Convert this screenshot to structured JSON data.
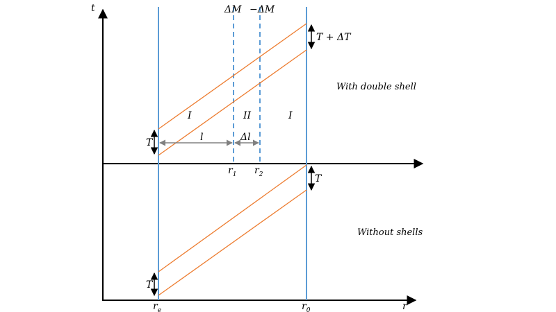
{
  "axes": {
    "t_label": "t",
    "r_label": "r"
  },
  "shells": {
    "shell_1_label": "ΔM",
    "shell_2_label": "−ΔM"
  },
  "regions": {
    "region_left": "I",
    "region_middle": "II",
    "region_right": "I"
  },
  "annotations": {
    "top_caption": "With double shell",
    "bottom_caption": "Without shells",
    "top_interval_right": "T + ΔT",
    "top_interval_left": "T",
    "bottom_interval_right": "T",
    "bottom_interval_left": "T",
    "distance_l": "l",
    "distance_dl": "Δl"
  },
  "positions": {
    "r1_base": "r",
    "r1_sub": "1",
    "r2_base": "r",
    "r2_sub": "2",
    "re_base": "r",
    "re_sub": "e",
    "r0_base": "r",
    "r0_sub": "0"
  },
  "colors": {
    "axis": "#000000",
    "worldline": "#5b9bd5",
    "shell": "#5b9bd5",
    "light_ray": "#ed7d31",
    "measure": "#808080"
  }
}
